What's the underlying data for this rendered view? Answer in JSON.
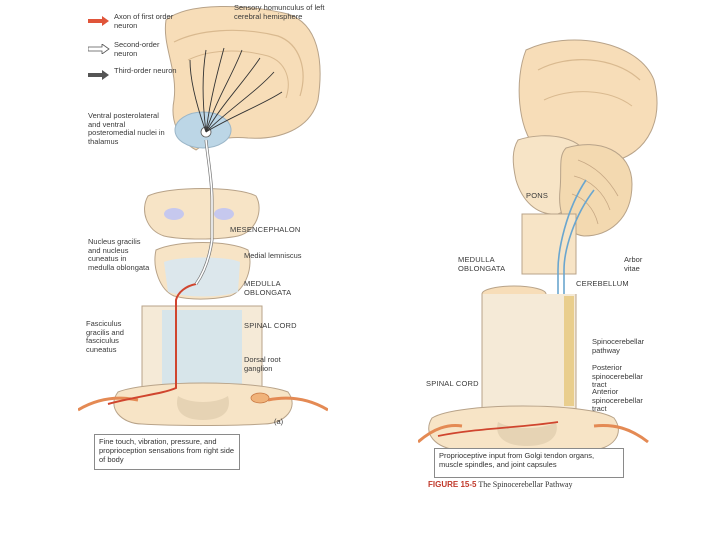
{
  "left": {
    "legend": [
      {
        "text": "Axon of first order neuron",
        "color": "#e0553a",
        "icon": "solid-arrow-icon"
      },
      {
        "text": "Second-order neuron",
        "color": "#ffffff",
        "icon": "outline-arrow-icon"
      },
      {
        "text": "Third-order neuron",
        "color": "#555555",
        "icon": "dark-arrow-icon"
      }
    ],
    "labels": {
      "homunculus": "Sensory homunculus of left cerebral hemisphere",
      "thalamus": "Ventral posterolateral and ventral posteromedial nuclei in thalamus",
      "mesencephalon": "MESENCEPHALON",
      "nucleus": "Nucleus gracilis and nucleus cuneatus in medulla oblongata",
      "lemniscus": "Medial lemniscus",
      "medulla": "MEDULLA OBLONGATA",
      "fasciculus": "Fasciculus gracilis and fasciculus cuneatus",
      "spinal": "SPINAL CORD",
      "ganglion": "Dorsal root ganglion",
      "panel": "(a)"
    },
    "caption": "Fine touch, vibration, pressure, and proprioception sensations from right side of body"
  },
  "right": {
    "labels": {
      "pons": "PONS",
      "medulla": "MEDULLA OBLONGATA",
      "arbor": "Arbor vitae",
      "cerebellum": "CEREBELLUM",
      "spinocerebellar_pathway": "Spinocerebellar pathway",
      "posterior_tract": "Posterior spinocerebellar tract",
      "spinal": "SPINAL CORD",
      "anterior_tract": "Anterior spinocerebellar tract"
    },
    "caption": "Proprioceptive input from Golgi tendon organs, muscle spindles, and joint capsules",
    "figure_number": "FIGURE 15-5",
    "figure_title": "The Spinocerebellar Pathway"
  }
}
